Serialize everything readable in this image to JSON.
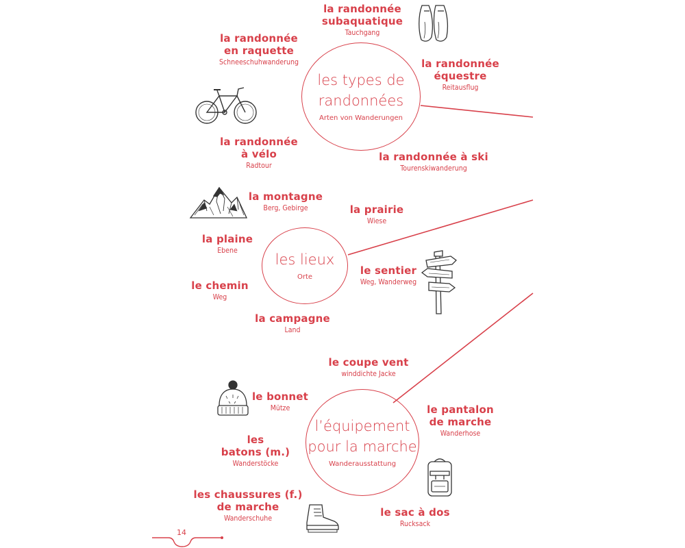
{
  "hubs": {
    "types": {
      "title_lines": [
        "les types de",
        "randonnées"
      ],
      "subtitle": "Arten von Wanderungen"
    },
    "places": {
      "title_lines": [
        "les lieux"
      ],
      "subtitle": "Orte"
    },
    "gear": {
      "title_lines": [
        "l’équipement",
        "pour la marche"
      ],
      "subtitle": "Wanderausstattung"
    }
  },
  "types": [
    {
      "fr": [
        "la randonnée",
        "subaquatique"
      ],
      "de": "Tauchgang"
    },
    {
      "fr": [
        "la randonnée",
        "en raquette"
      ],
      "de": "Schneeschuhwanderung"
    },
    {
      "fr": [
        "la randonnée",
        "équestre"
      ],
      "de": "Reitausflug"
    },
    {
      "fr": [
        "la randonnée",
        "à vélo"
      ],
      "de": "Radtour"
    },
    {
      "fr": [
        "la randonnée à ski"
      ],
      "de": "Tourenskiwanderung"
    }
  ],
  "places": [
    {
      "fr": [
        "la montagne"
      ],
      "de": "Berg, Gebirge"
    },
    {
      "fr": [
        "la prairie"
      ],
      "de": "Wiese"
    },
    {
      "fr": [
        "la plaine"
      ],
      "de": "Ebene"
    },
    {
      "fr": [
        "le sentier"
      ],
      "de": "Weg, Wanderweg"
    },
    {
      "fr": [
        "le chemin"
      ],
      "de": "Weg"
    },
    {
      "fr": [
        "la campagne"
      ],
      "de": "Land"
    }
  ],
  "gear": [
    {
      "fr": [
        "le coupe vent"
      ],
      "de": "winddichte Jacke"
    },
    {
      "fr": [
        "le bonnet"
      ],
      "de": "Mütze"
    },
    {
      "fr": [
        "le pantalon",
        "de marche"
      ],
      "de": "Wanderhose"
    },
    {
      "fr": [
        "les",
        "batons (m.)"
      ],
      "de": "Wanderstöcke"
    },
    {
      "fr": [
        "les chaussures (f.)",
        "de marche"
      ],
      "de": "Wanderschuhe"
    },
    {
      "fr": [
        "le sac à dos"
      ],
      "de": "Rucksack"
    }
  ],
  "page_number": "14",
  "colors": {
    "accent": "#d8404a",
    "ink": "#333333"
  },
  "icons": [
    "flippers-icon",
    "bicycle-icon",
    "mountain-icon",
    "signpost-icon",
    "beanie-icon",
    "backpack-icon",
    "boot-icon"
  ]
}
